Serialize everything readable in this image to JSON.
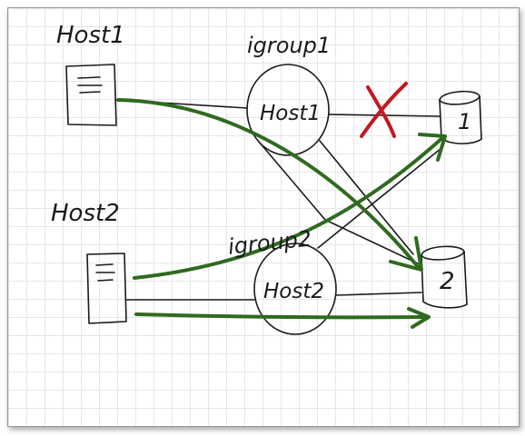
{
  "labels": {
    "host1_title": "Host1",
    "host2_title": "Host2",
    "igroup1_title": "igroup1",
    "igroup2_title": "igroup2",
    "igroup1_member": "Host1",
    "igroup2_member": "Host2",
    "lun1": "1",
    "lun2": "2"
  },
  "colors": {
    "ink": "#1a1a1a",
    "path_green": "#2f6a1f",
    "blocked_red": "#c0191f"
  },
  "icons": {
    "host1": "server-icon",
    "host2": "server-icon",
    "lun1": "disk-icon",
    "lun2": "disk-icon",
    "blocked": "cross-mark-icon"
  }
}
